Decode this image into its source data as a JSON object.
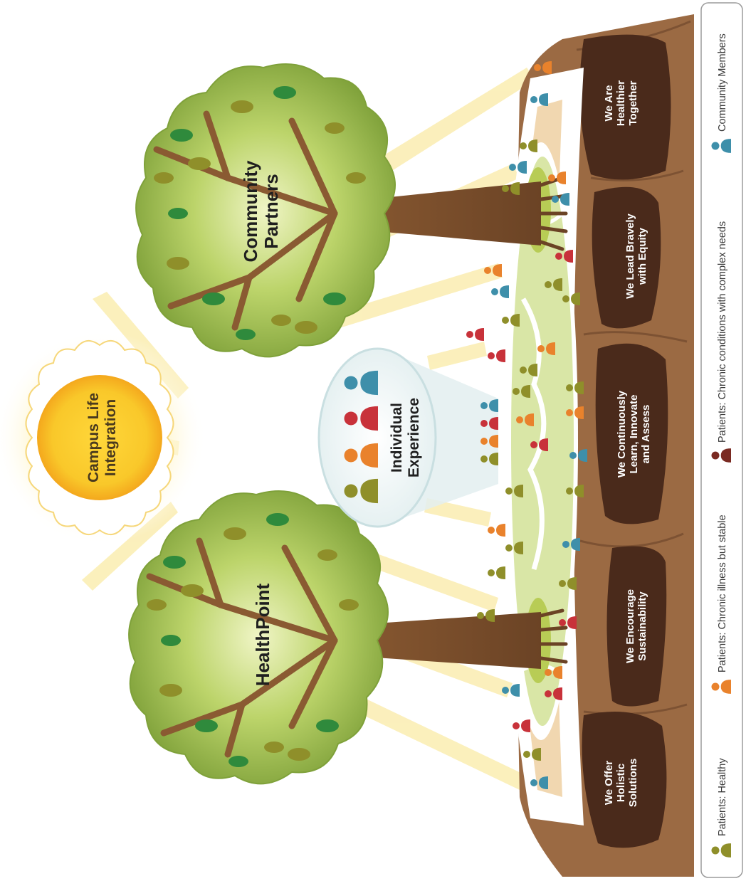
{
  "sun": {
    "label": "Campus Life\nIntegration",
    "color": "#f7c62a"
  },
  "trees": [
    {
      "label": "Community\nPartners",
      "canopy_color": "#9fbf4a"
    },
    {
      "label": "HealthPoint",
      "canopy_color": "#9fbf4a"
    }
  ],
  "callout": {
    "label": "Individual\nExperience"
  },
  "soil_values": [
    "We Are\nHealthier\nTogether",
    "We Lead Bravely\nwith Equity",
    "We Continuously\nLearn, Innovate\nand Assess",
    "We Encourage\nSustainability",
    "We Offer\nHolistic\nSolutions"
  ],
  "legend": [
    {
      "label": "Community Members",
      "color": "#3e8faa",
      "icon": "person-icon"
    },
    {
      "label": "Patients: Chronic conditions with complex needs",
      "color": "#7a2a22",
      "icon": "person-icon"
    },
    {
      "label": "Patients: Chronic illness but stable",
      "color": "#e9822c",
      "icon": "person-icon"
    },
    {
      "label": "Patients: Healthy",
      "color": "#8f8f2a",
      "icon": "person-icon"
    }
  ],
  "colors": {
    "healthy": "#8f8f2a",
    "stable": "#e9822c",
    "complex": "#c8323a",
    "community": "#3e8faa",
    "soil": "#9b6a43",
    "soil_dark": "#4a2a1b",
    "ray": "#fbe9a6",
    "grass": "#d9e6a6",
    "path": "#f1d7b0"
  }
}
